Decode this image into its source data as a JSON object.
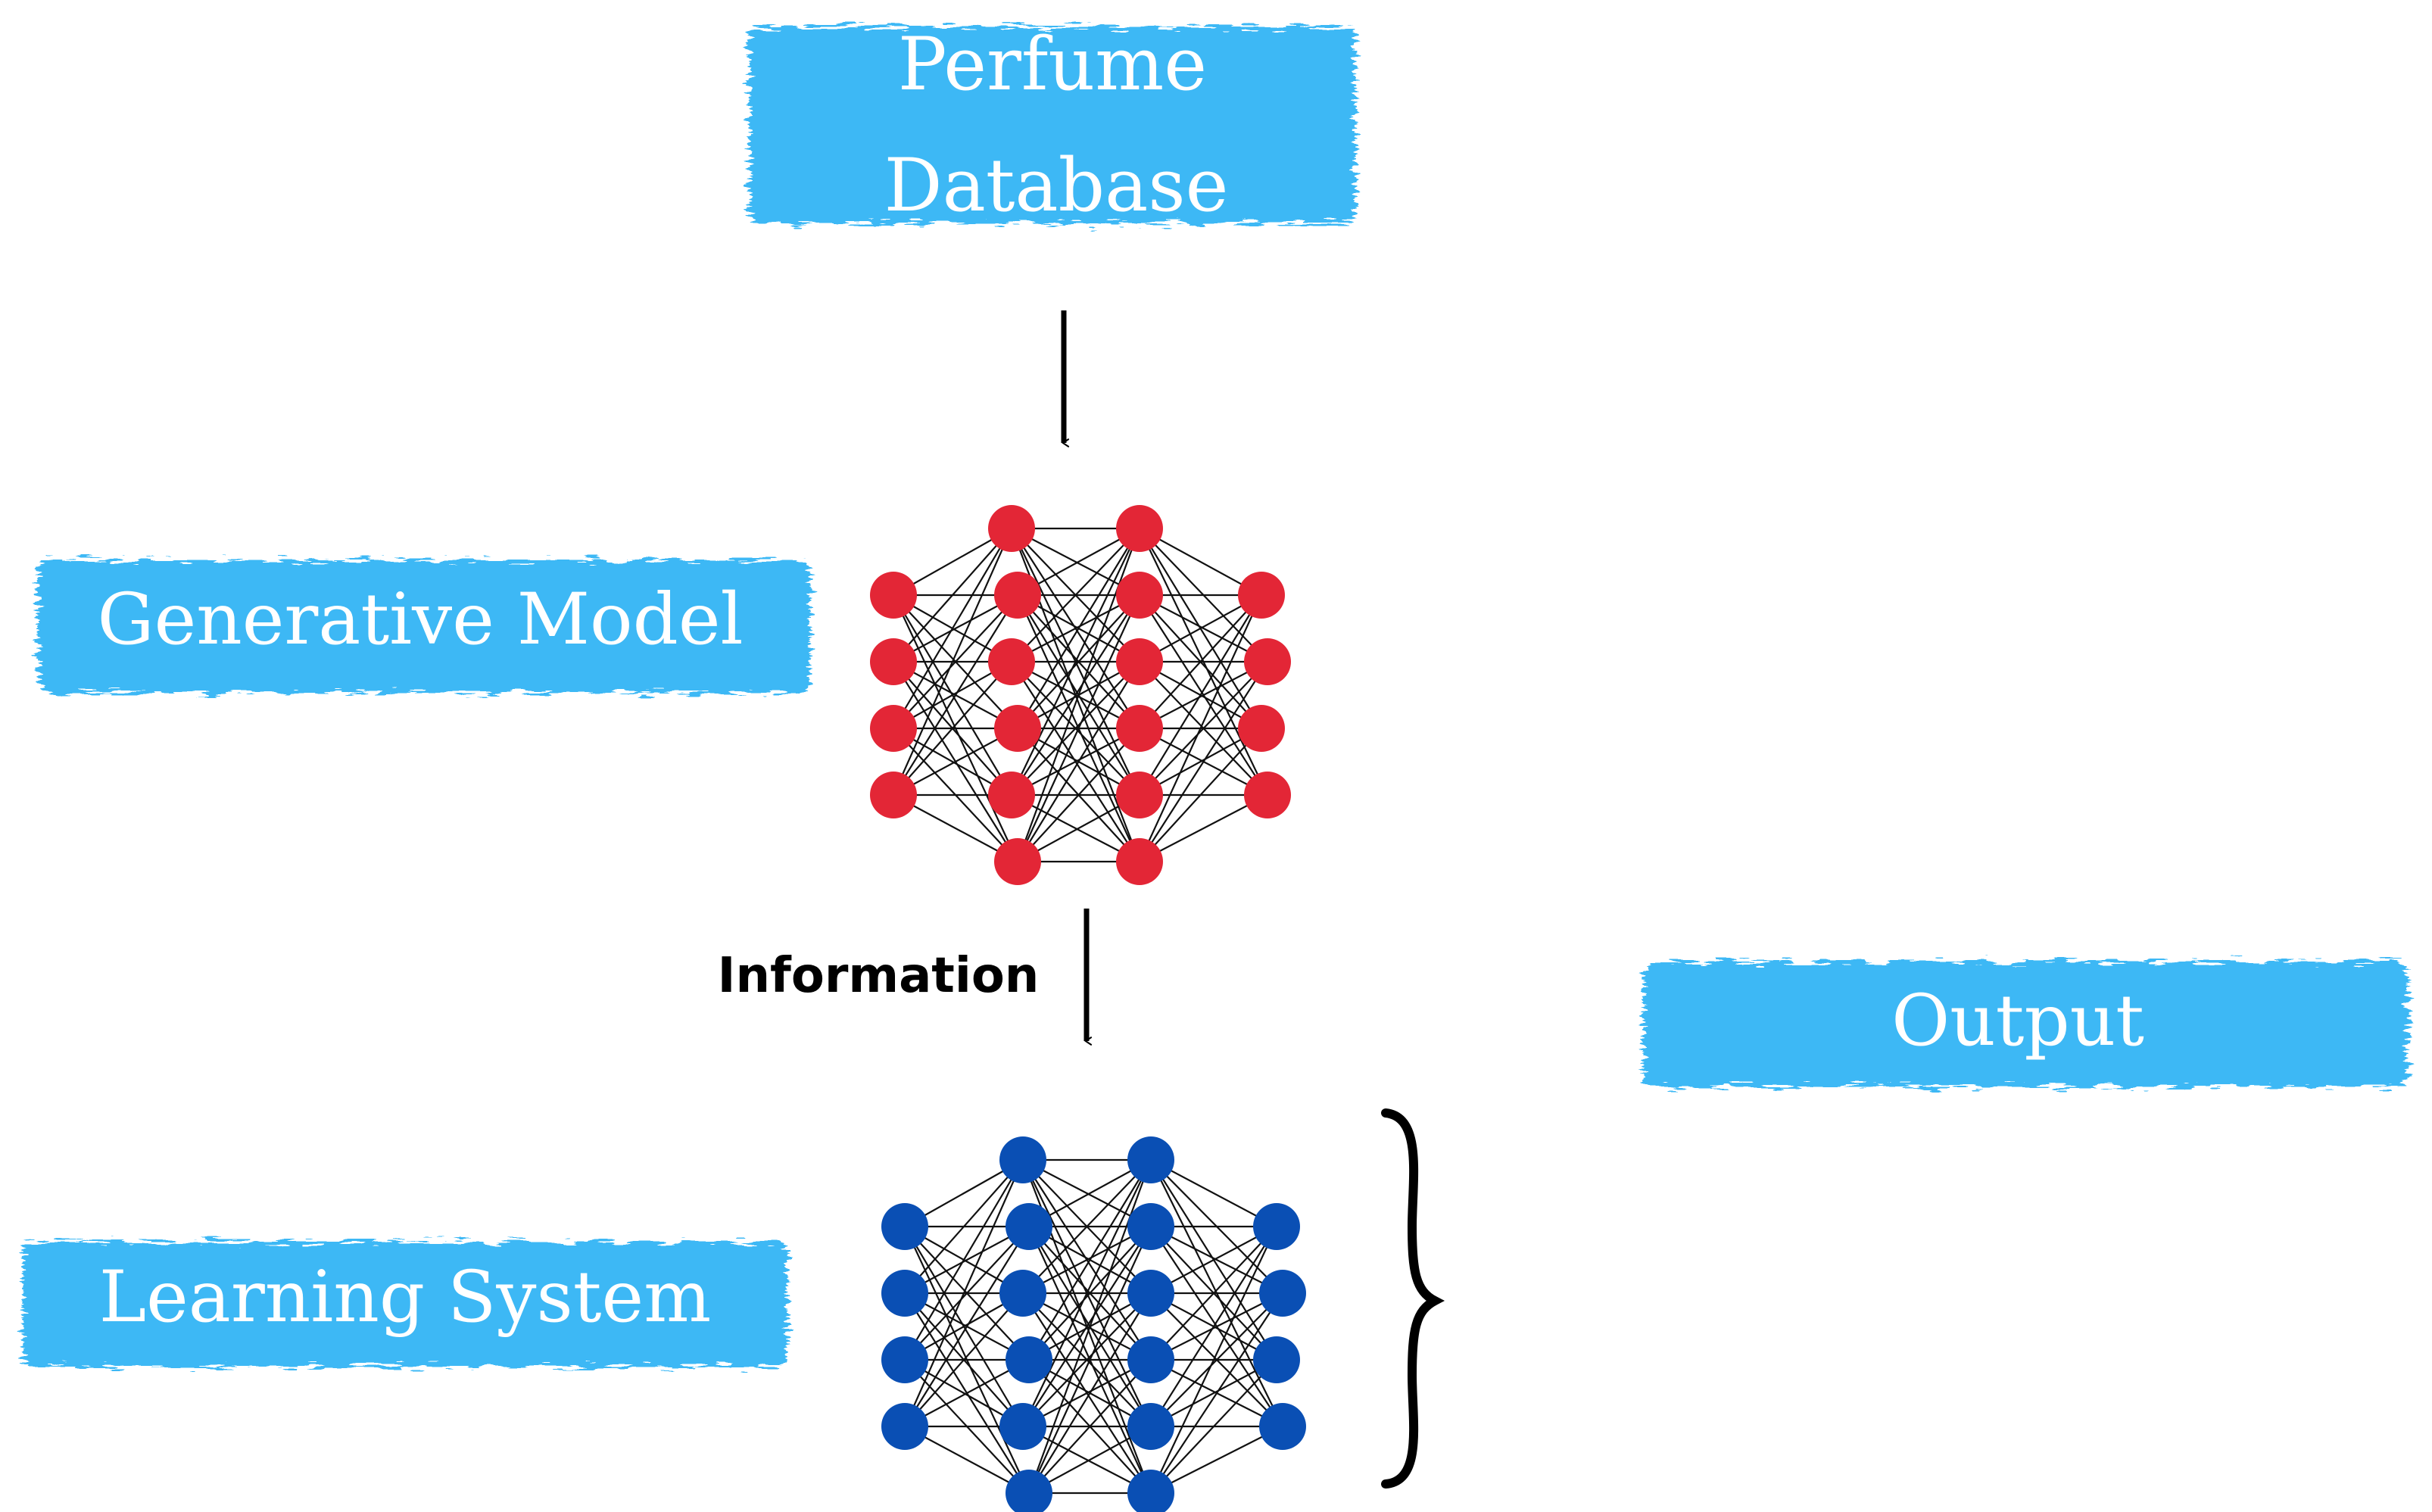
{
  "colors": {
    "label_bg": "#3db8f5",
    "label_text": "#ffffff",
    "generative_node": "#e32636",
    "learning_node": "#0a4fb4",
    "edge": "#111111",
    "arrow": "#000000"
  },
  "labels": {
    "perfume_database": [
      "Perfume",
      "Database"
    ],
    "generative_model": "Generative Model",
    "learning_system": "Learning System",
    "output": "Output"
  },
  "arrows": {
    "information_label": "Information"
  },
  "networks": {
    "generative": {
      "layers": [
        4,
        6,
        6,
        4
      ]
    },
    "learning": {
      "layers": [
        4,
        6,
        6,
        4
      ]
    }
  }
}
